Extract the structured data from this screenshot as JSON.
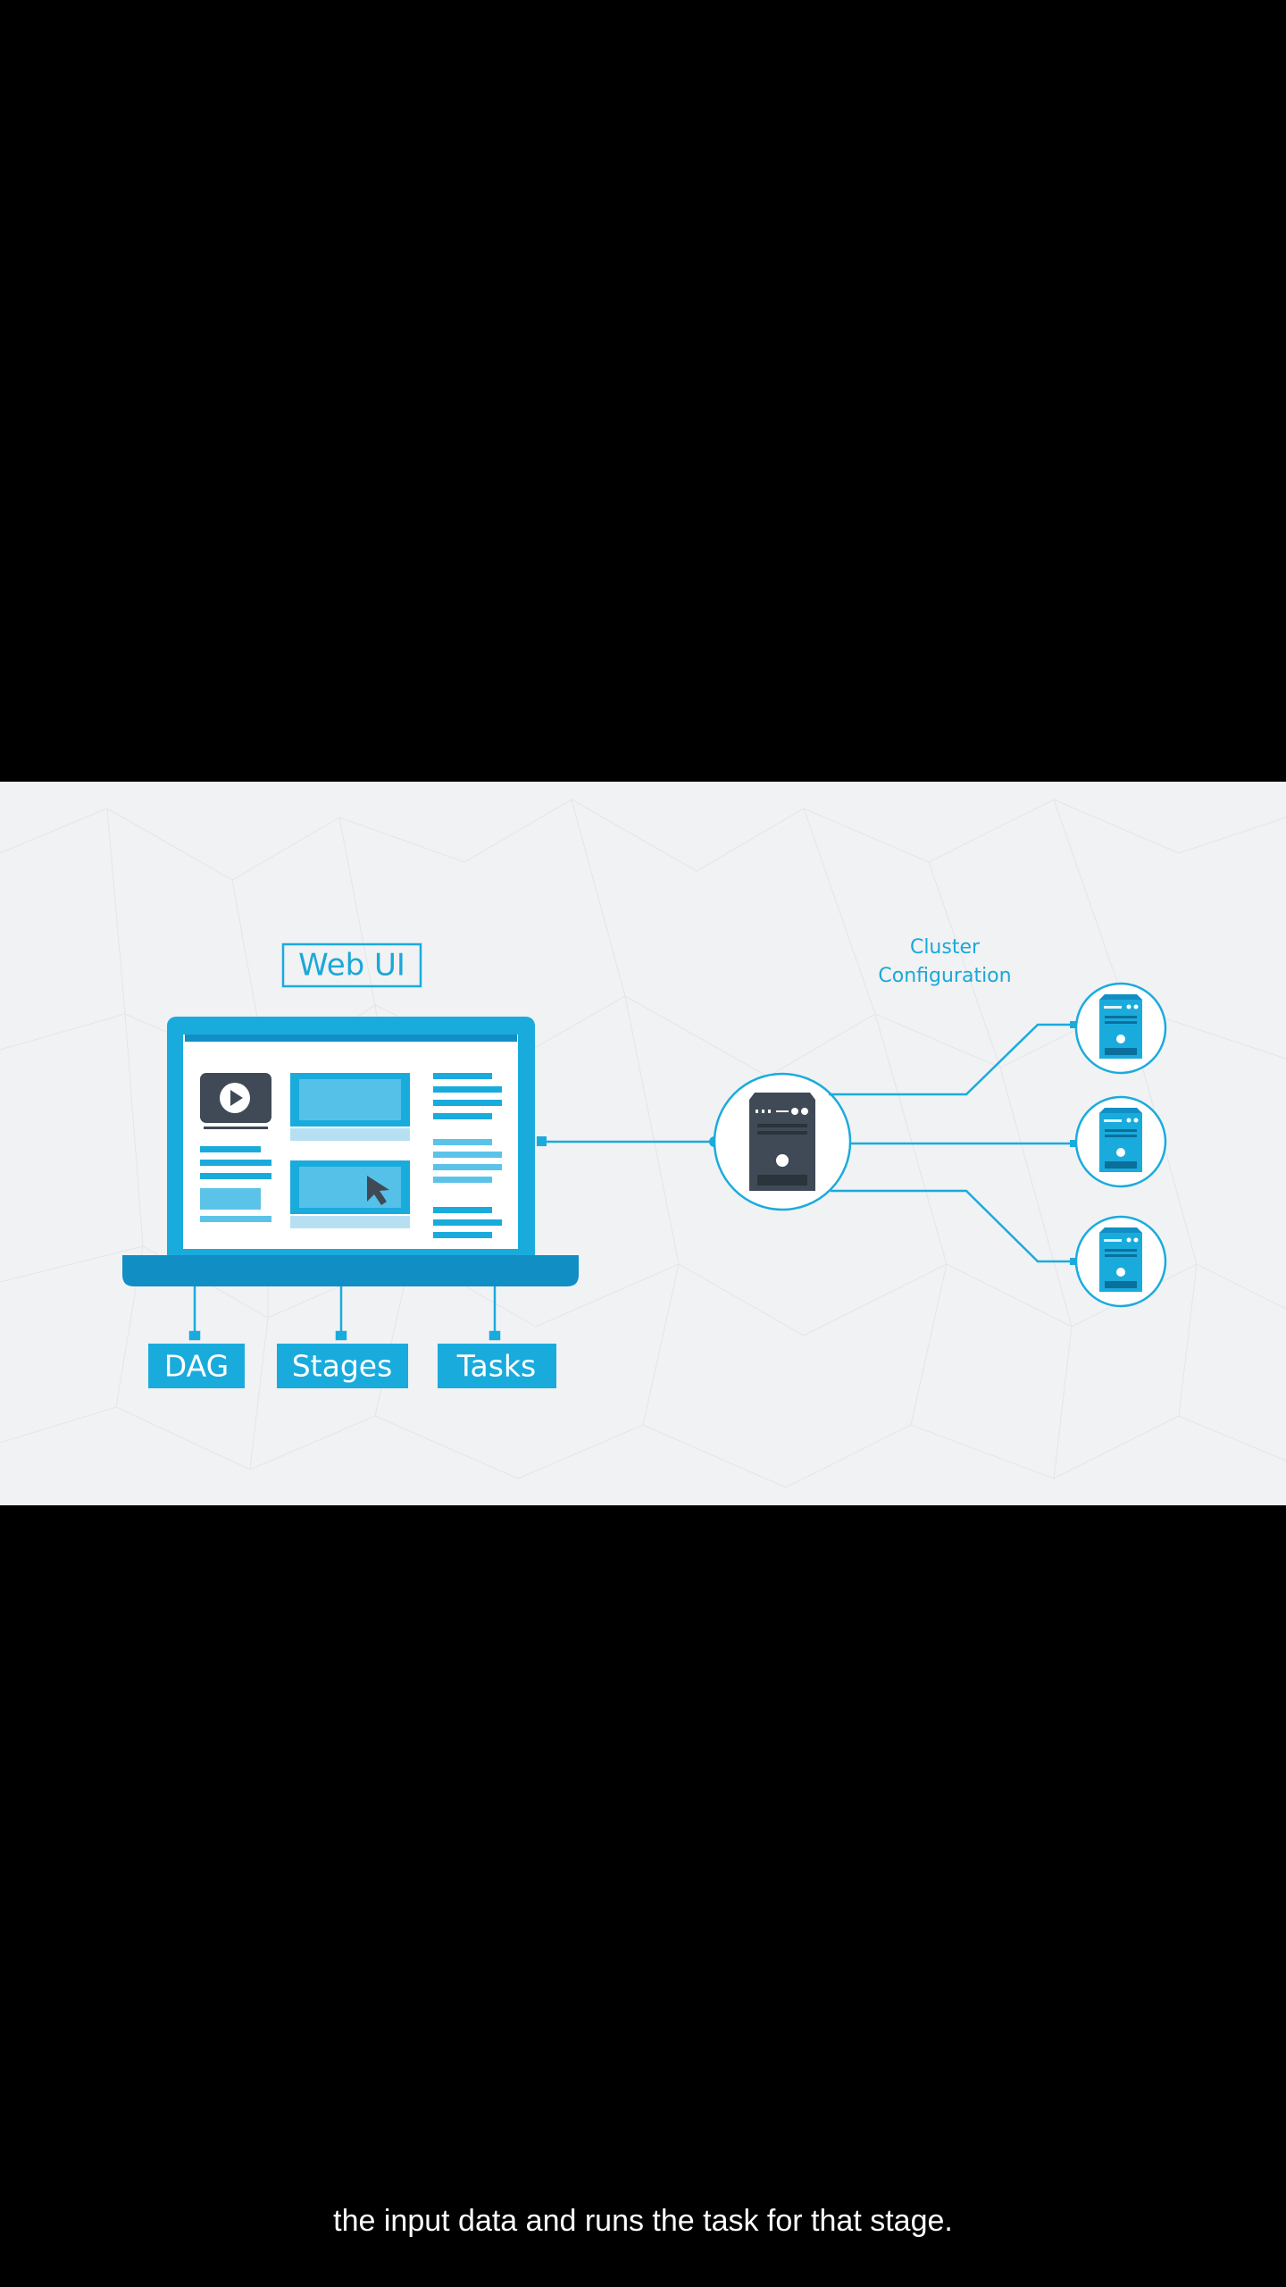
{
  "colors": {
    "accent": "#1aabdd",
    "accent_dark": "#118fc4",
    "panel_light": "#d9eef7",
    "server_dark": "#3f4a56",
    "background": "#f1f2f4",
    "letterbox": "#000000"
  },
  "diagram": {
    "web_ui_label": "Web UI",
    "cluster_label_line1": "Cluster",
    "cluster_label_line2": "Configuration",
    "boxes": [
      "DAG",
      "Stages",
      "Tasks"
    ],
    "icons": {
      "laptop": "laptop-icon",
      "play": "play-icon",
      "cursor": "cursor-icon",
      "driver_server": "server-icon",
      "worker_server": "server-icon"
    }
  },
  "subtitle": "the input data and runs the task for that stage."
}
